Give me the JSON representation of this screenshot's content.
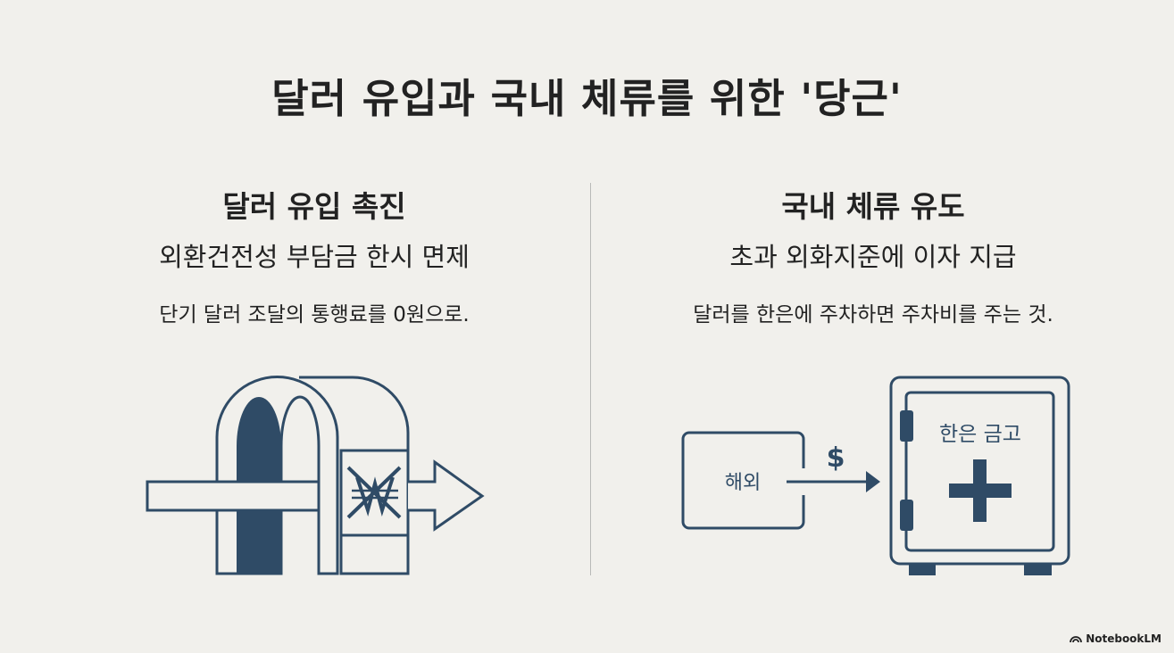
{
  "title": "달러 유입과 국내 체류를 위한 '당근'",
  "left": {
    "heading": "달러 유입 촉진",
    "subtitle": "외환건전성 부담금 한시 면제",
    "description": "단기 달러 조달의 통행료를 0원으로."
  },
  "right": {
    "heading": "국내 체류 유도",
    "subtitle": "초과 외화지준에 이자 지급",
    "description": "달러를 한은에 주차하면 주차비를 주는 것.",
    "overseas_label": "해외",
    "currency_symbol": "$",
    "vault_label": "한은 금고"
  },
  "footer": {
    "brand": "NotebookLM"
  },
  "colors": {
    "background": "#f1f0ec",
    "accent": "#2f4b66",
    "text": "#222222"
  }
}
